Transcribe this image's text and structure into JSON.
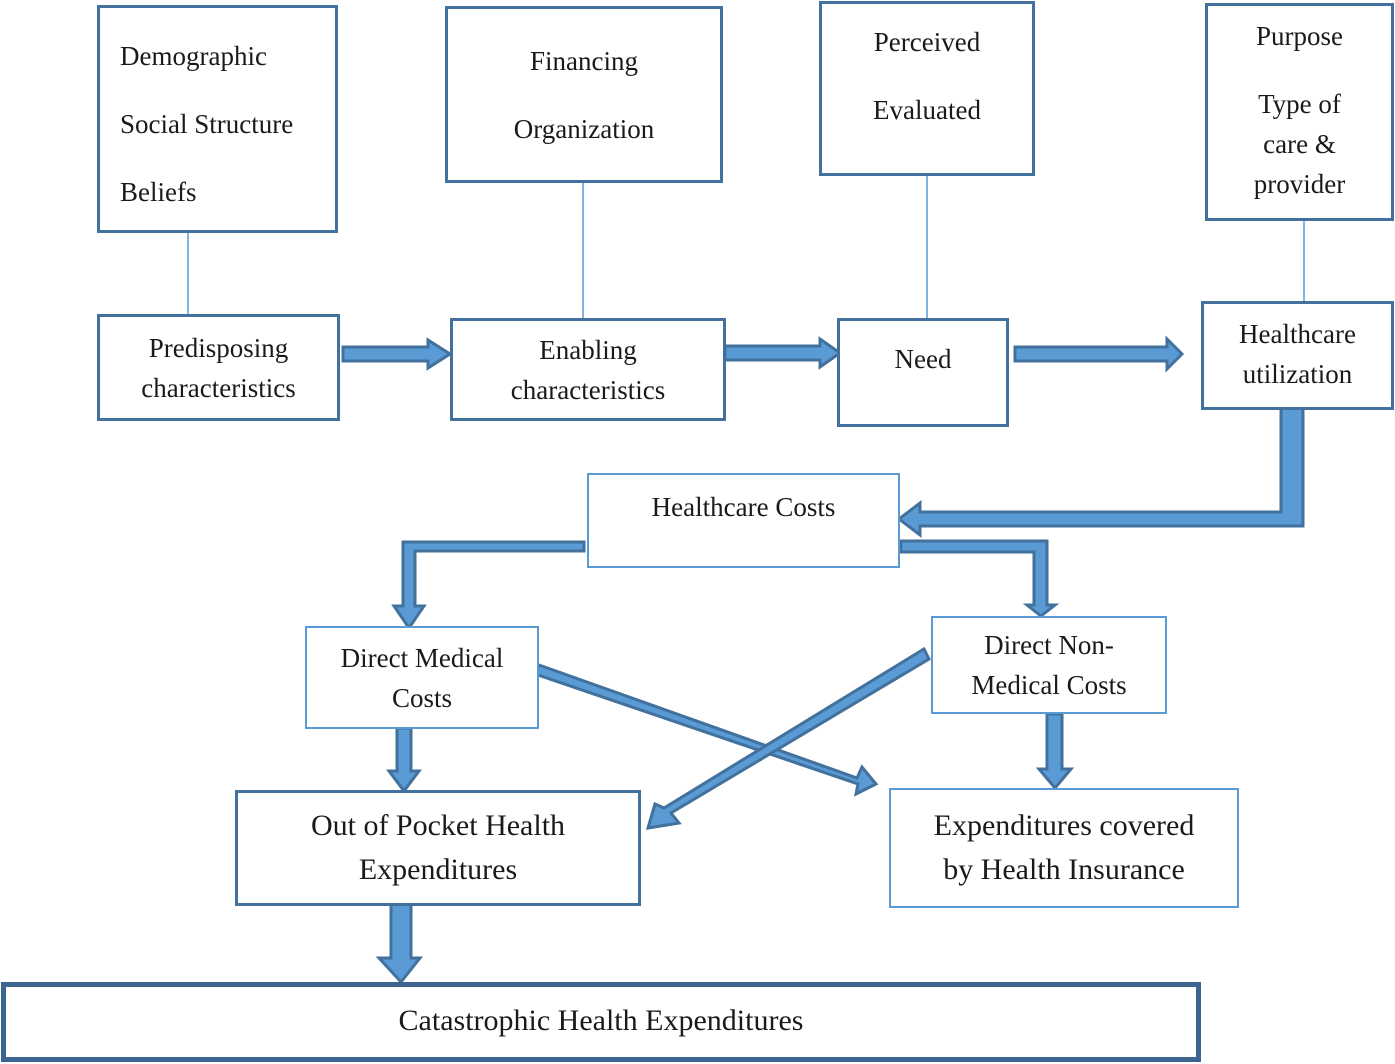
{
  "diagram": {
    "type": "flowchart",
    "theme": {
      "arrow_fill": "#5b9bd5",
      "arrow_stroke": "#41719c",
      "box_border_dark": "#41719c",
      "box_border_light": "#5b9bd5",
      "text_color": "#1a1a1a"
    },
    "attribute_boxes": {
      "predisposing": [
        "Demographic",
        "Social Structure",
        "Beliefs"
      ],
      "enabling": [
        "Financing",
        "Organization"
      ],
      "need": [
        "Perceived",
        "Evaluated"
      ],
      "utilization": [
        "Purpose",
        "Type of",
        "care &",
        "provider"
      ]
    },
    "nodes": {
      "predisposing": [
        "Predisposing",
        "characteristics"
      ],
      "enabling": [
        "Enabling",
        "characteristics"
      ],
      "need": [
        "Need"
      ],
      "utilization": [
        "Healthcare",
        "utilization"
      ],
      "healthcare_costs": [
        "Healthcare Costs"
      ],
      "direct_medical": [
        "Direct Medical",
        "Costs"
      ],
      "direct_non_medical": [
        "Direct Non-",
        "Medical Costs"
      ],
      "out_of_pocket": [
        "Out of Pocket Health",
        "Expenditures"
      ],
      "insurance": [
        "Expenditures covered",
        "by Health Insurance"
      ],
      "catastrophic": [
        "Catastrophic Health Expenditures"
      ]
    },
    "edges": [
      {
        "from": "predisposing-attributes",
        "to": "predisposing",
        "style": "line"
      },
      {
        "from": "enabling-attributes",
        "to": "enabling",
        "style": "line"
      },
      {
        "from": "need-attributes",
        "to": "need",
        "style": "line"
      },
      {
        "from": "utilization-attributes",
        "to": "utilization",
        "style": "line"
      },
      {
        "from": "predisposing",
        "to": "enabling",
        "style": "block-arrow"
      },
      {
        "from": "enabling",
        "to": "need",
        "style": "block-arrow"
      },
      {
        "from": "need",
        "to": "utilization",
        "style": "block-arrow"
      },
      {
        "from": "utilization",
        "to": "healthcare_costs",
        "style": "block-arrow"
      },
      {
        "from": "healthcare_costs",
        "to": "direct_medical",
        "style": "block-arrow"
      },
      {
        "from": "healthcare_costs",
        "to": "direct_non_medical",
        "style": "block-arrow"
      },
      {
        "from": "direct_medical",
        "to": "out_of_pocket",
        "style": "block-arrow"
      },
      {
        "from": "direct_medical",
        "to": "insurance",
        "style": "block-arrow"
      },
      {
        "from": "direct_non_medical",
        "to": "out_of_pocket",
        "style": "block-arrow"
      },
      {
        "from": "direct_non_medical",
        "to": "insurance",
        "style": "block-arrow"
      },
      {
        "from": "out_of_pocket",
        "to": "catastrophic",
        "style": "block-arrow"
      }
    ]
  }
}
